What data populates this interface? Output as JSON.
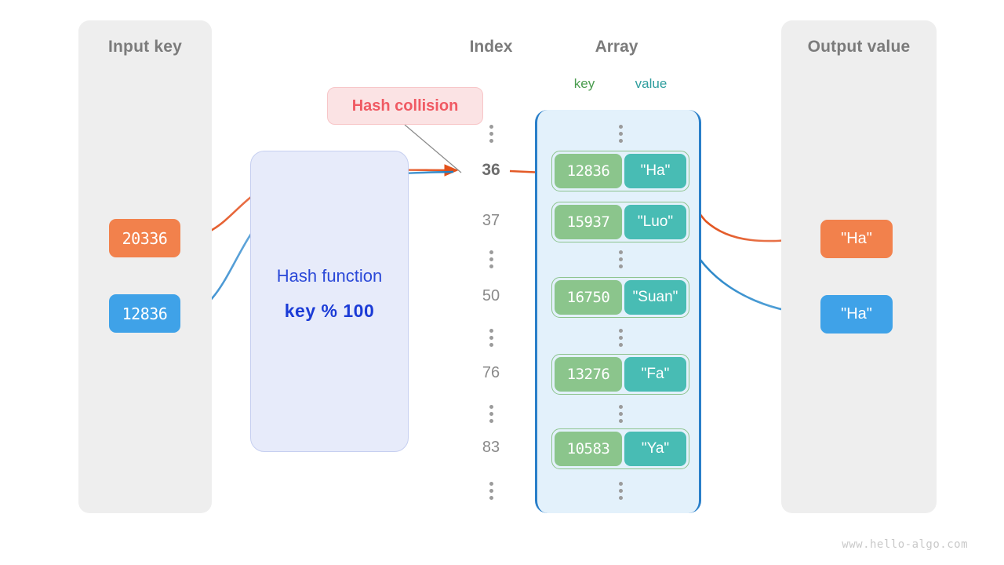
{
  "watermark": "www.hello-algo.com",
  "panels": {
    "input": {
      "title": "Input key"
    },
    "output": {
      "title": "Output value"
    }
  },
  "hash_function": {
    "title": "Hash function",
    "formula": "key % 100",
    "box_color": "#e7ebfa",
    "text_color": "#2b49d8"
  },
  "collision_badge": {
    "label": "Hash collision",
    "fill": "#fbe3e4",
    "border": "#f7c6c8",
    "text_color": "#f05a63"
  },
  "headers": {
    "index": "Index",
    "array": "Array",
    "key": "key",
    "value": "value",
    "key_color": "#4a9c4e",
    "value_color": "#2f9e9e"
  },
  "input_keys": [
    {
      "label": "20336",
      "color": "#f2814c"
    },
    {
      "label": "12836",
      "color": "#3fa2e8"
    }
  ],
  "output_values": [
    {
      "label": "\"Ha\"",
      "color": "#f2814c"
    },
    {
      "label": "\"Ha\"",
      "color": "#3fa2e8"
    }
  ],
  "index_column": [
    {
      "type": "dots"
    },
    {
      "type": "index",
      "label": "36",
      "highlight": true
    },
    {
      "type": "index",
      "label": "37",
      "highlight": false
    },
    {
      "type": "dots"
    },
    {
      "type": "index",
      "label": "50",
      "highlight": false
    },
    {
      "type": "dots"
    },
    {
      "type": "index",
      "label": "76",
      "highlight": false
    },
    {
      "type": "dots"
    },
    {
      "type": "index",
      "label": "83",
      "highlight": false
    },
    {
      "type": "dots"
    }
  ],
  "array_rows": [
    {
      "type": "dots"
    },
    {
      "type": "pair",
      "key": "12836",
      "value": "\"Ha\""
    },
    {
      "type": "pair",
      "key": "15937",
      "value": "\"Luo\""
    },
    {
      "type": "dots"
    },
    {
      "type": "pair",
      "key": "16750",
      "value": "\"Suan\""
    },
    {
      "type": "dots"
    },
    {
      "type": "pair",
      "key": "13276",
      "value": "\"Fa\""
    },
    {
      "type": "dots"
    },
    {
      "type": "pair",
      "key": "10583",
      "value": "\"Ya\""
    },
    {
      "type": "dots"
    }
  ],
  "colors": {
    "panel_bg": "#eeeeee",
    "array_bg": "#e3f1fb",
    "array_border": "#2a7fc9",
    "pair_border": "#8cc38d",
    "key_fill": "#8bc58c",
    "value_fill": "#48bcb4",
    "orange_arrow": "#e2511b",
    "blue_arrow": "#1f7fc4",
    "leader_line": "#8a8a8a"
  }
}
